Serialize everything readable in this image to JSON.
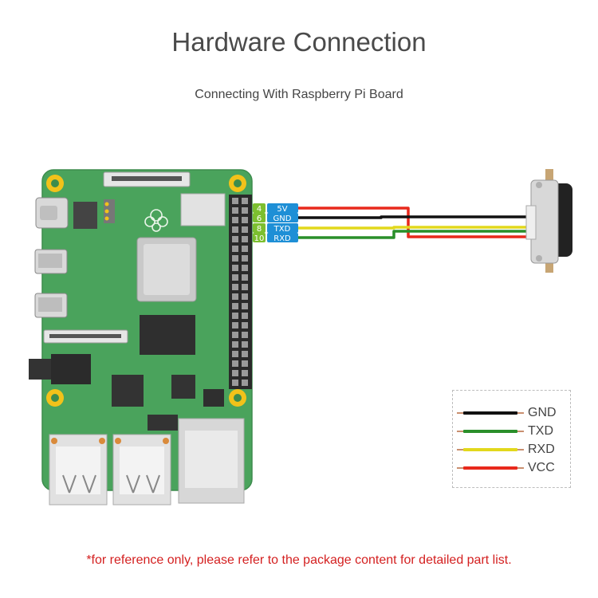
{
  "title": "Hardware Connection",
  "subtitle": "Connecting With Raspberry Pi Board",
  "footnote": "*for reference only, please refer to the package content for detailed part list.",
  "pin_labels": [
    {
      "pin": "4",
      "signal": "5V",
      "wire_color": "#e8291c"
    },
    {
      "pin": "6",
      "signal": "GND",
      "wire_color": "#111111"
    },
    {
      "pin": "8",
      "signal": "TXD",
      "wire_color": "#e2d81c"
    },
    {
      "pin": "10",
      "signal": "RXD",
      "wire_color": "#2a8f2a"
    }
  ],
  "legend": [
    {
      "label": "GND",
      "color": "#111111"
    },
    {
      "label": "TXD",
      "color": "#2a8f2a"
    },
    {
      "label": "RXD",
      "color": "#e2d81c"
    },
    {
      "label": "VCC",
      "color": "#e8291c"
    }
  ],
  "colors": {
    "board_green": "#4aa35c",
    "pin_number_bg": "#7cbf2f",
    "signal_bg": "#1e8fd6",
    "footnote_red": "#d42020"
  }
}
